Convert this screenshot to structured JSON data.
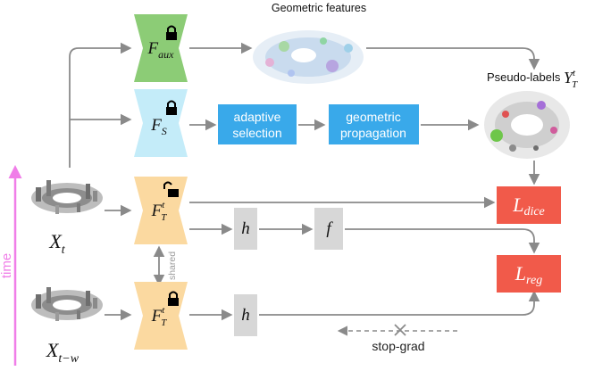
{
  "labels": {
    "geometric_features": "Geometric features",
    "pseudo_labels": "Pseudo-labels",
    "time_axis": "time",
    "shared": "shared",
    "stop_grad": "stop-grad"
  },
  "modules": {
    "adaptive_selection": {
      "line1": "adaptive",
      "line2": "selection"
    },
    "geometric_propagation": {
      "line1": "geometric",
      "line2": "propagation"
    }
  },
  "symbols": {
    "f_aux": {
      "main": "F",
      "sub": "aux"
    },
    "f_s": {
      "main": "F",
      "sub": "S"
    },
    "f_t_current": {
      "main": "F",
      "sup": "t",
      "sub": "T"
    },
    "f_t_past": {
      "main": "F",
      "sup": "t",
      "sub": "T"
    },
    "pseudo_y": {
      "main": "Y",
      "sup": "t",
      "sub": "T"
    },
    "x_t": {
      "main": "X",
      "sub": "t"
    },
    "x_tw": {
      "main": "X",
      "sub": "t−w"
    },
    "h_top": "h",
    "h_bottom": "h",
    "f_head": "f",
    "loss_dice": {
      "main": "L",
      "sub": "dice"
    },
    "loss_reg": {
      "main": "L",
      "sub": "reg"
    }
  },
  "colors": {
    "aux_block": "#8ccc76",
    "source_block": "#c4ecf9",
    "target_block": "#fbd9a0",
    "module_block": "#39a9ea",
    "loss_block": "#f15a4a",
    "head_block": "#d7d7d7",
    "arrow": "#8a8a8a",
    "time_arrow": "#f07ee8"
  }
}
